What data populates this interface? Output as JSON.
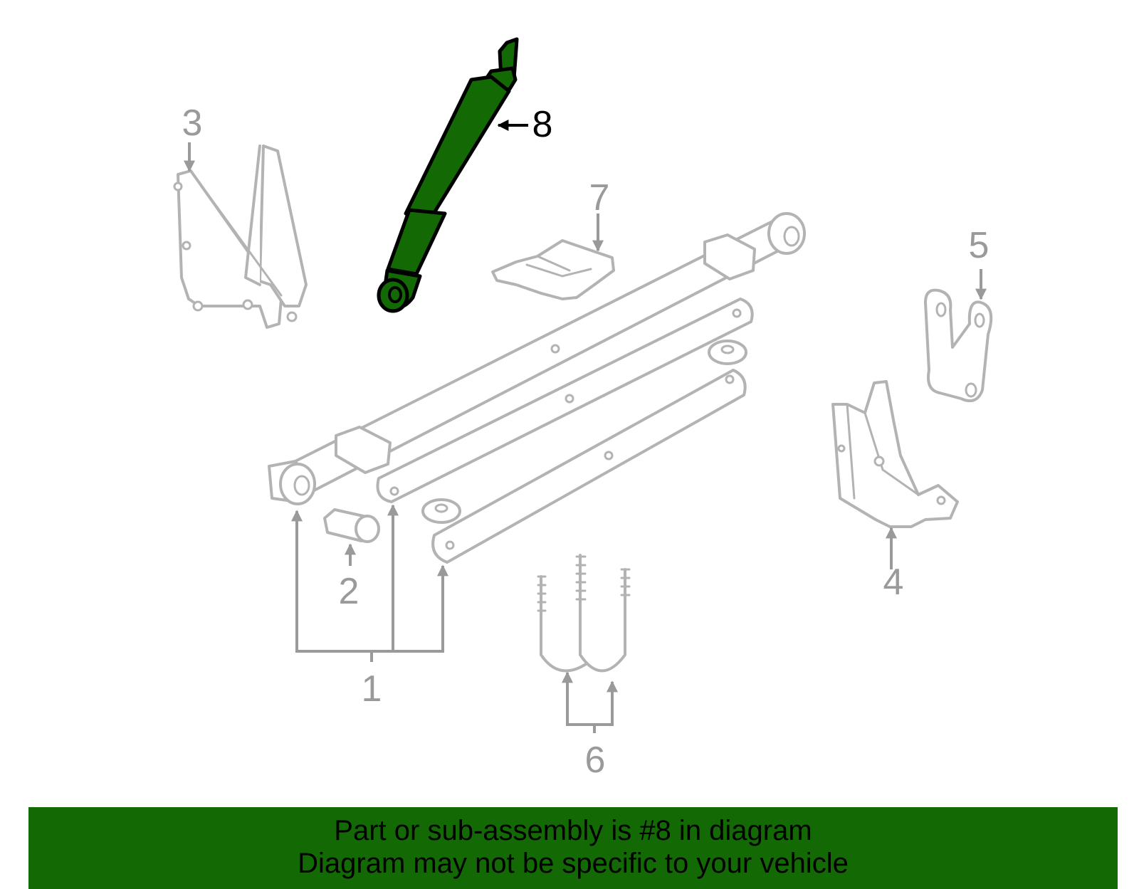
{
  "diagram": {
    "callouts": [
      "1",
      "2",
      "3",
      "4",
      "5",
      "6",
      "7",
      "8"
    ],
    "highlighted_part": "8",
    "highlight_color": "#136a05",
    "part_color": "#b3b3b3",
    "label_color": "#9a9a9a"
  },
  "banner": {
    "line1": "Part or sub-assembly is #8 in diagram",
    "line2": "Diagram may not be specific to your vehicle",
    "background": "#136a05"
  }
}
